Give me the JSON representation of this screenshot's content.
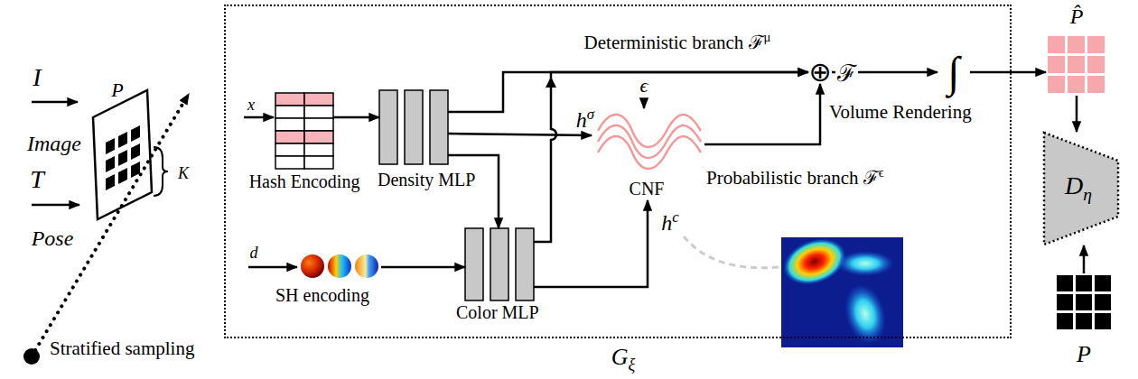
{
  "diagram": {
    "nodes": [
      {
        "text": [
          "P"
        ]
      },
      {
        "text": [
          "Gξ"
        ]
      },
      {
        "text": [
          "Hash Encoding"
        ],
        "in": 1
      },
      {
        "text": [
          "Density MLP"
        ],
        "in": 1
      },
      {
        "text": [
          "SH encoding"
        ],
        "in": 1
      },
      {
        "text": [
          "Color MLP"
        ],
        "in": 1
      },
      {
        "text": [
          "CNF"
        ],
        "in": 1
      },
      {
        "text": [
          "⊕"
        ],
        "in": 1
      },
      {
        "text": [
          "∫",
          "Volume Rendering"
        ],
        "in": 1
      },
      {
        "text": [
          "P̂"
        ]
      },
      {
        "text": [
          "Dη"
        ]
      },
      {
        "text": [
          "P"
        ]
      }
    ],
    "edges": [
      {
        "from": 2,
        "to": 3,
        "arrow": "to"
      },
      {
        "from": 3,
        "to": 5,
        "arrow": "to"
      },
      {
        "from": 4,
        "to": 5,
        "arrow": "to"
      },
      {
        "from": 3,
        "to": 7,
        "arrow": "to",
        "label": "Deterministic branch ℱμ"
      },
      {
        "from": 3,
        "to": 6,
        "arrow": "to",
        "label": "hσ"
      },
      {
        "from": 5,
        "to": 7,
        "arrow": "to"
      },
      {
        "from": 5,
        "to": 6,
        "arrow": "to",
        "label": "hc"
      },
      {
        "from": 6,
        "to": 7,
        "arrow": "to",
        "label": "Probabilistic branch ℱϵ"
      },
      {
        "from": 7,
        "to": 8,
        "arrow": "to",
        "label": "ℱ"
      },
      {
        "from": 8,
        "to": 9,
        "arrow": "to"
      },
      {
        "from": 9,
        "to": 10,
        "arrow": "to"
      },
      {
        "from": 11,
        "to": 10,
        "arrow": "to"
      }
    ],
    "labels": [
      "I",
      "Image",
      "T",
      "Pose",
      "K",
      "Stratified sampling",
      "x",
      "d",
      "ϵ"
    ]
  }
}
